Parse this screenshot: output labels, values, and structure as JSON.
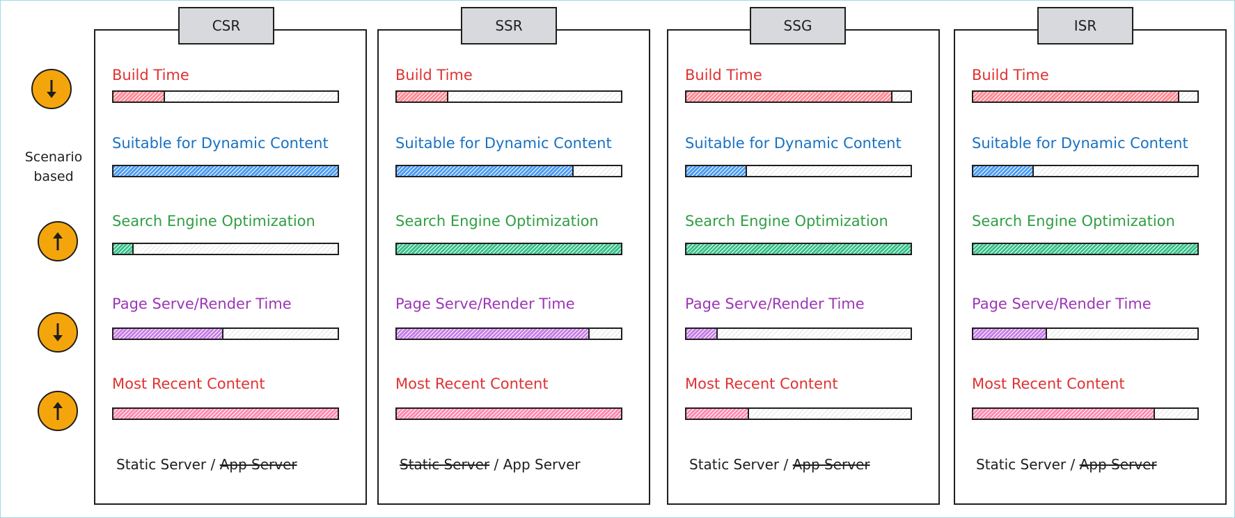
{
  "scenario_label_lines": [
    "Scenario",
    "based"
  ],
  "indicators": [
    {
      "direction": "down",
      "icon": "arrow-down-icon"
    },
    {
      "direction": "up",
      "icon": "arrow-up-icon"
    },
    {
      "direction": "down",
      "icon": "arrow-down-icon"
    },
    {
      "direction": "up",
      "icon": "arrow-up-icon"
    }
  ],
  "metric_labels": [
    "Build Time",
    "Suitable for Dynamic Content",
    "Search Engine Optimization",
    "Page Serve/Render Time",
    "Most Recent Content"
  ],
  "metric_colors": [
    "#e03131",
    "#1971c2",
    "#2f9e44",
    "#9c36b5",
    "#e03131"
  ],
  "metric_fill_colors": [
    "#ff8a94",
    "#4d9cf0",
    "#38c28a",
    "#c77de6",
    "#ff8ab0"
  ],
  "panels": [
    {
      "title": "CSR",
      "levels": [
        0.23,
        1.0,
        0.09,
        0.49,
        1.0
      ],
      "server": {
        "static": "Static Server",
        "separator": "/",
        "app": "App Server",
        "struck": "app"
      }
    },
    {
      "title": "SSR",
      "levels": [
        0.23,
        0.79,
        1.0,
        0.86,
        1.0
      ],
      "server": {
        "static": "Static Server",
        "separator": "/",
        "app": "App Server",
        "struck": "static"
      }
    },
    {
      "title": "SSG",
      "levels": [
        0.92,
        0.27,
        1.0,
        0.14,
        0.28
      ],
      "server": {
        "static": "Static Server",
        "separator": "/",
        "app": "App Server",
        "struck": "app"
      }
    },
    {
      "title": "ISR",
      "levels": [
        0.92,
        0.27,
        1.0,
        0.33,
        0.81
      ],
      "server": {
        "static": "Static Server",
        "separator": "/",
        "app": "App Server",
        "struck": "app"
      }
    }
  ]
}
